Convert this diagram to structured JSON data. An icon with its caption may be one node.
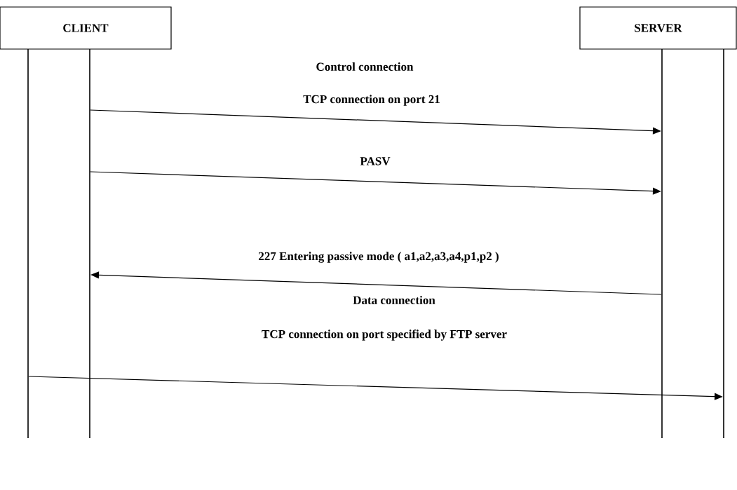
{
  "diagram": {
    "nodes": [
      {
        "text": [
          "CLIENT"
        ]
      },
      {
        "text": [
          "SERVER"
        ]
      },
      {
        "text": [],
        "shape": "bar"
      },
      {
        "text": [],
        "shape": "bar"
      },
      {
        "text": [],
        "shape": "bar"
      },
      {
        "text": [],
        "shape": "bar"
      }
    ],
    "edges": [
      {
        "from": 3,
        "to": 4,
        "arrow": "to",
        "label": "TCP connection on port 21"
      },
      {
        "from": 3,
        "to": 4,
        "arrow": "to",
        "label": "PASV"
      },
      {
        "from": 4,
        "to": 3,
        "arrow": "to",
        "label": "227 Entering passive mode (   a1,a2,a3,a4,p1,p2   )"
      },
      {
        "from": 2,
        "to": 5,
        "arrow": "to",
        "label": "TCP connection on port  specified by FTP server"
      }
    ],
    "labels": [
      "Control connection",
      "Data connection"
    ]
  }
}
